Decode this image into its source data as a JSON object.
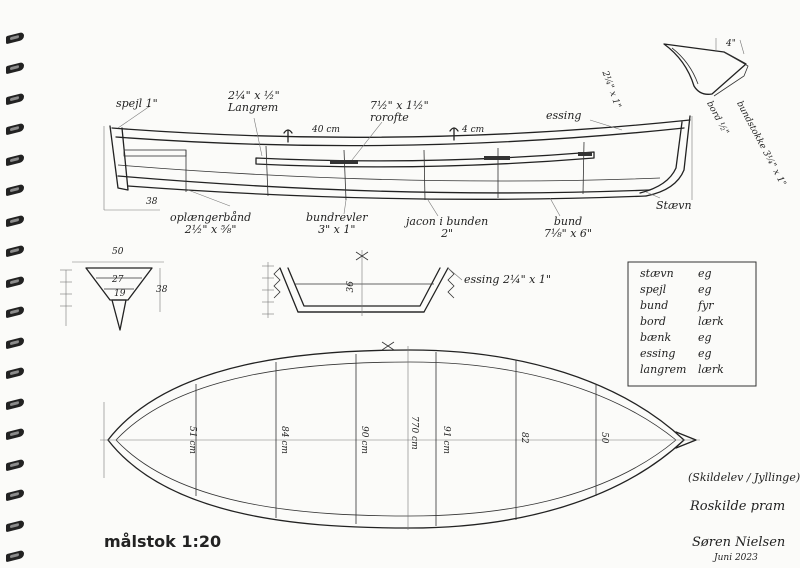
{
  "profile": {
    "labels": {
      "spejl": "spejl 1\"",
      "langrem": "2¼\" x ½\"\nLangrem",
      "rorofte": "7½\" x 1½\"\nrorofte",
      "essing_top": "essing",
      "spacing_left": "40 cm",
      "spacing_right": "4 cm",
      "oplaengerband": "oplængerbånd\n2½\" x ⅝\"",
      "bundrevler": "bundrevler\n3\" x 1\"",
      "jacon": "jacon i bunden\n2\"",
      "bund": "bund\n7⅛\" x 6\"",
      "stavn": "Stævn",
      "dim_38": "38"
    }
  },
  "detail": {
    "labels": {
      "stem_size": "2¼\" x 1\"",
      "four": "4\"",
      "bord": "bord ½\"",
      "bundstokke": "bundstokke 3¼\" x 1\""
    }
  },
  "transom": {
    "labels": {
      "top": "50",
      "mid": "27",
      "low": "19",
      "height": "38"
    }
  },
  "section": {
    "labels": {
      "height": "36",
      "essing": "essing 2¼\" x 1\""
    }
  },
  "plan": {
    "stations": [
      "51 cm",
      "84 cm",
      "90 cm",
      "91 cm",
      "82",
      "50"
    ],
    "length": "770 cm"
  },
  "materials": {
    "rows": [
      {
        "part": "stævn",
        "wood": "eg"
      },
      {
        "part": "spejl",
        "wood": "eg"
      },
      {
        "part": "bund",
        "wood": "fyr"
      },
      {
        "part": "bord",
        "wood": "lærk"
      },
      {
        "part": "bænk",
        "wood": "eg"
      },
      {
        "part": "essing",
        "wood": "eg"
      },
      {
        "part": "langrem",
        "wood": "lærk"
      }
    ]
  },
  "title": {
    "subtitle": "(Skildelev / Jyllinge)",
    "name": "Roskilde pram"
  },
  "scale": "målstok 1:20",
  "signature": {
    "name": "Søren Nielsen",
    "date": "Juni 2023"
  }
}
